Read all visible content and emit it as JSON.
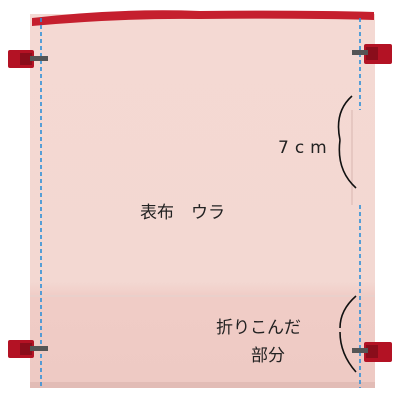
{
  "labels": {
    "fabric_back": "表布　ウラ",
    "measure": "7cm",
    "folded_line1": "折りこんだ",
    "folded_line2": "部分"
  },
  "colors": {
    "fabric": "#f3d8d2",
    "fabric_fold": "#f1cfca",
    "edge_red": "#c51f2e",
    "clip_red": "#b31224",
    "guide_blue": "#2d8fd8",
    "text": "#222222"
  },
  "icons": [
    "binder-clip-icon",
    "brace-arc-icon"
  ]
}
